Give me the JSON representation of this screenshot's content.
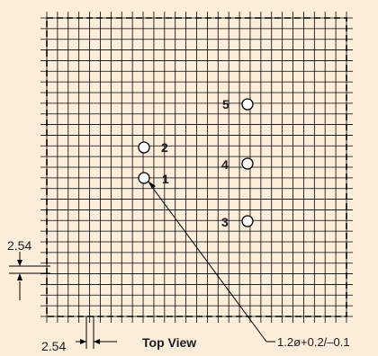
{
  "diagram": {
    "view_label": "Top View",
    "pitch_label_vertical": "2.54",
    "pitch_label_horizontal": "2.54",
    "hole_callout": "1.2ø+0.2/–0.1",
    "pins": [
      {
        "label": "1"
      },
      {
        "label": "2"
      },
      {
        "label": "3"
      },
      {
        "label": "4"
      },
      {
        "label": "5"
      }
    ]
  },
  "colors": {
    "panel": "#fdeedb",
    "grid": "#000000",
    "text": "#1a1a1a"
  }
}
